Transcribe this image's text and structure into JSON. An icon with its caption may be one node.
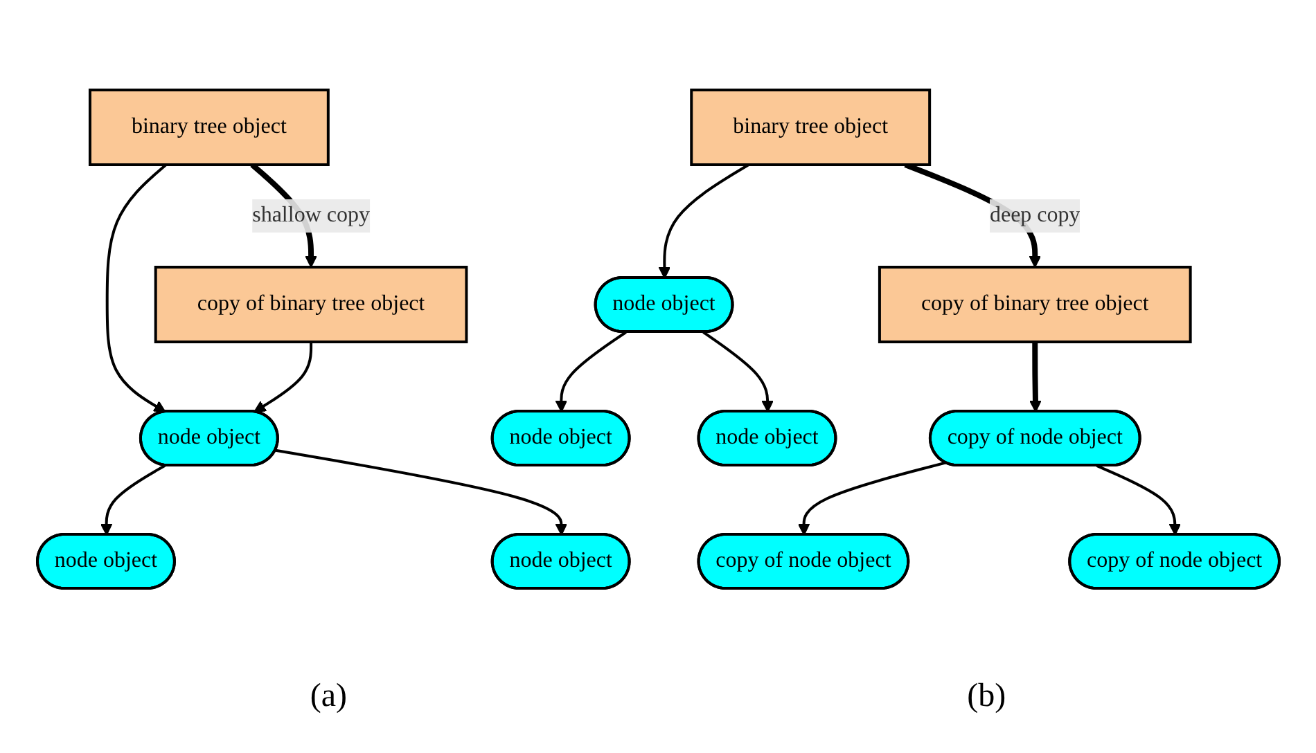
{
  "diagram": {
    "nodes": [
      {
        "text": [
          "binary tree object"
        ]
      },
      {
        "text": [
          "copy of binary tree object"
        ]
      },
      {
        "text": [
          "node object"
        ]
      },
      {
        "text": [
          "node object"
        ]
      },
      {
        "text": [
          "node object"
        ]
      },
      {
        "text": [
          "binary tree object"
        ]
      },
      {
        "text": [
          "copy of binary tree object"
        ]
      },
      {
        "text": [
          "node object"
        ]
      },
      {
        "text": [
          "node object"
        ]
      },
      {
        "text": [
          "node object"
        ]
      },
      {
        "text": [
          "copy of node object"
        ]
      },
      {
        "text": [
          "copy of node object"
        ]
      },
      {
        "text": [
          "copy of node object"
        ]
      }
    ],
    "edges": [
      {
        "from": 0,
        "to": 1,
        "arrow": "to",
        "label": "shallow copy",
        "style": "thick"
      },
      {
        "from": 0,
        "to": 2,
        "arrow": "to"
      },
      {
        "from": 1,
        "to": 2,
        "arrow": "to"
      },
      {
        "from": 2,
        "to": 3,
        "arrow": "to"
      },
      {
        "from": 2,
        "to": 4,
        "arrow": "to"
      },
      {
        "from": 5,
        "to": 6,
        "arrow": "to",
        "label": "deep copy",
        "style": "thick"
      },
      {
        "from": 5,
        "to": 7,
        "arrow": "to"
      },
      {
        "from": 7,
        "to": 8,
        "arrow": "to"
      },
      {
        "from": 7,
        "to": 9,
        "arrow": "to"
      },
      {
        "from": 6,
        "to": 10,
        "arrow": "to",
        "style": "thick"
      },
      {
        "from": 10,
        "to": 11,
        "arrow": "to"
      },
      {
        "from": 10,
        "to": 12,
        "arrow": "to"
      }
    ],
    "labels": [
      "(a)",
      "(b)"
    ]
  }
}
